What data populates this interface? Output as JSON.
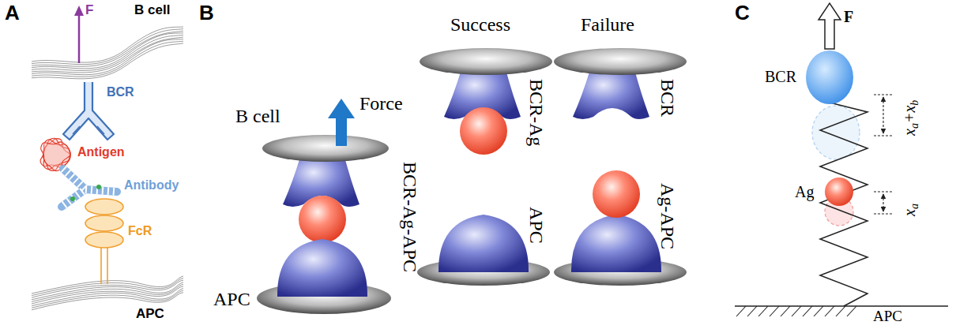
{
  "diagram": {
    "labels": [
      "A",
      "B cell",
      "F",
      "BCR",
      "Antigen",
      "Antibody",
      "FcR",
      "APC",
      "B",
      "Force",
      "B cell",
      "BCR-Ag-APC",
      "APC",
      "Success",
      "Failure",
      "BCR-Ag",
      "BCR",
      "APC",
      "Ag-APC",
      "C",
      "F",
      "BCR",
      "xa+xb",
      "Ag",
      "xa",
      "APC"
    ]
  }
}
